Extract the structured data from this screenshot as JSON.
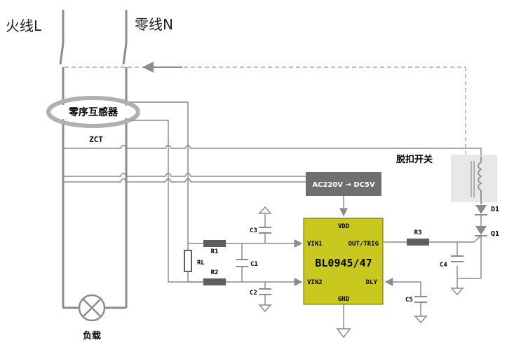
{
  "labels": {
    "live_wire": "火线L",
    "neutral_wire": "零线N",
    "zct_core": "零序互感器",
    "zct": "ZCT",
    "trip_switch": "脱扣开关",
    "load": "负载",
    "power_module": "AC220V → DC5V",
    "ic_name": "BL0945/47",
    "pin_vdd": "VDD",
    "pin_vin1": "VIN1",
    "pin_vin2": "VIN2",
    "pin_out": "OUT/TRIG",
    "pin_dly": "DLY",
    "pin_gnd": "GND",
    "r1": "R1",
    "r2": "R2",
    "r3": "R3",
    "rl": "RL",
    "c1": "C1",
    "c2": "C2",
    "c3": "C3",
    "c4": "C4",
    "c5": "C5",
    "d1": "D1",
    "q1": "Q1"
  },
  "colors": {
    "wire": "#8c8c8c",
    "wire_light": "#b0b0b0",
    "resistor": "#5e5e5e",
    "ic_fill": "#c8c820",
    "module_fill": "#6f6f6f",
    "trip_box": "#d9d9d9"
  }
}
